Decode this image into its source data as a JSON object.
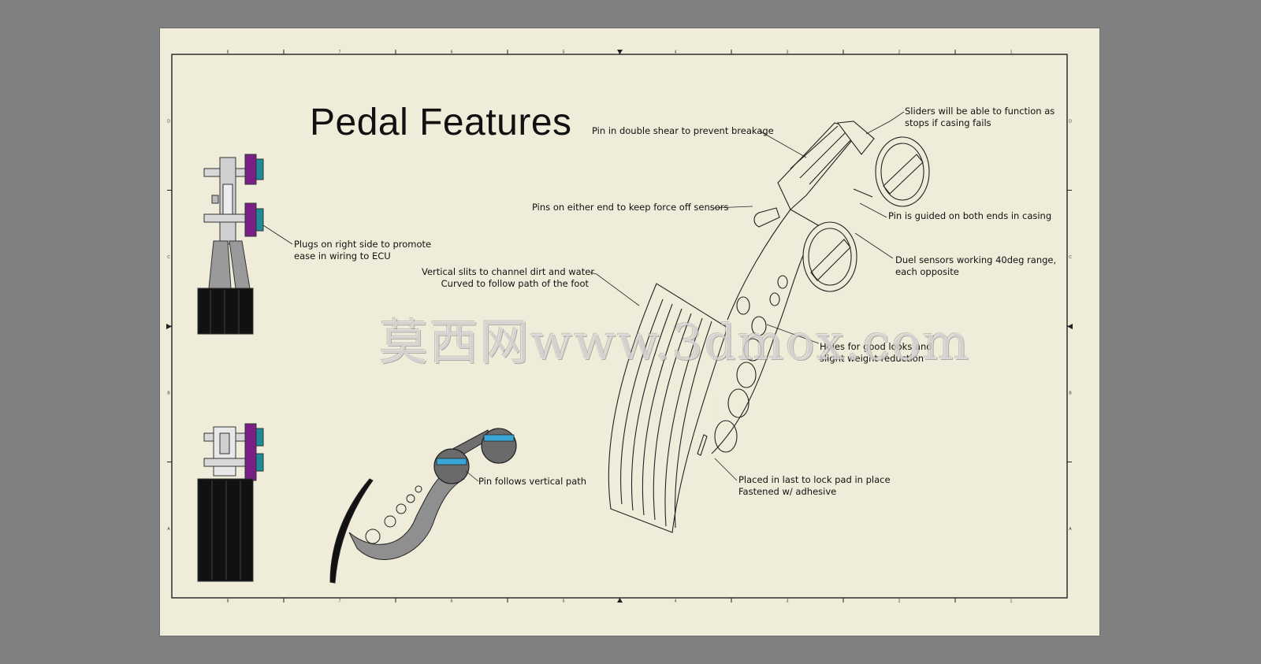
{
  "sheet": {
    "title": "Pedal Features",
    "watermark": "莫西网www.3dmox.com",
    "zone_columns": [
      "8",
      "7",
      "6",
      "5",
      "4",
      "3",
      "2",
      "1"
    ],
    "zone_rows": [
      "D",
      "C",
      "B",
      "A"
    ]
  },
  "notes": {
    "plugs": [
      "Plugs on right side to promote",
      "ease in wiring to ECU"
    ],
    "pin_vertical": [
      "Pin follows vertical path"
    ],
    "double_shear": [
      "Pin in double shear to prevent breakage"
    ],
    "sliders": [
      "Sliders will be able to function as",
      "stops if casing fails"
    ],
    "pins_either_end": [
      "Pins on either end to keep force off sensors"
    ],
    "pin_guided": [
      "Pin is guided on both ends in casing"
    ],
    "duel_sensors": [
      "Duel sensors working 40deg range,",
      "each opposite"
    ],
    "vertical_slits": [
      "Vertical slits to channel dirt and water",
      "Curved to follow path of the foot"
    ],
    "holes": [
      "Holes for good looks and",
      "slight weight reduction"
    ],
    "placed_last": [
      "Placed in last to lock pad in place",
      "Fastened w/ adhesive"
    ]
  },
  "colors": {
    "sheet": "#efecd9",
    "background": "#808080",
    "sensor_purple": "#7a1f86",
    "sensor_teal": "#1e8a9a",
    "sensor_blue": "#3aa6d6",
    "pad_black": "#111111",
    "arm_grey": "#9a9a9a"
  }
}
